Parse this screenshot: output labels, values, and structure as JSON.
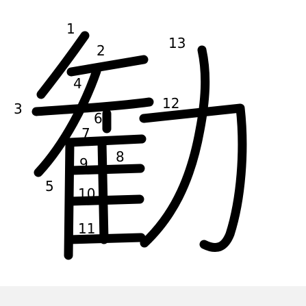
{
  "diagram": {
    "stroke_numbers": [
      "1",
      "2",
      "3",
      "4",
      "5",
      "6",
      "7",
      "8",
      "9",
      "10",
      "11",
      "12",
      "13"
    ]
  },
  "colors": {
    "stroke": "#000000",
    "background": "#ffffff",
    "bottom_band": "#f2f2f2"
  }
}
